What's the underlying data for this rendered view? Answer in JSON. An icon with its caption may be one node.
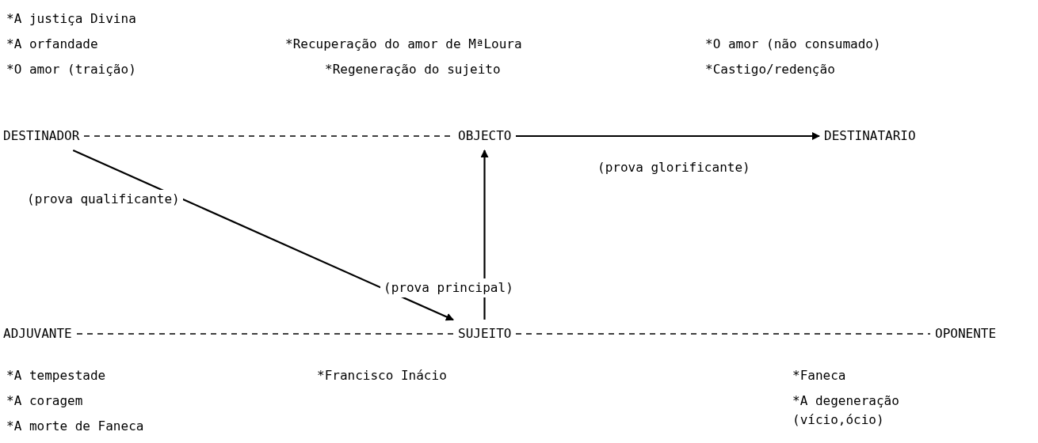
{
  "diagram": {
    "nodes": [
      {
        "text": [
          "DESTINADOR"
        ]
      },
      {
        "text": [
          "OBJECTO"
        ]
      },
      {
        "text": [
          "DESTINATARIO"
        ]
      },
      {
        "text": [
          "ADJUVANTE"
        ]
      },
      {
        "text": [
          "SUJEITO"
        ]
      },
      {
        "text": [
          "OPONENTE"
        ]
      }
    ],
    "edges": [
      {
        "from": 0,
        "to": 1,
        "arrow": "none",
        "style": "dashed"
      },
      {
        "from": 1,
        "to": 2,
        "arrow": "to",
        "label": "(prova glorificante)"
      },
      {
        "from": 0,
        "to": 4,
        "arrow": "to",
        "label": "(prova qualificante)"
      },
      {
        "from": 4,
        "to": 1,
        "arrow": "to",
        "label": "(prova principal)"
      },
      {
        "from": 3,
        "to": 4,
        "arrow": "none",
        "style": "dashed"
      },
      {
        "from": 4,
        "to": 5,
        "arrow": "none",
        "style": "dashed"
      }
    ],
    "labels": [
      "*A justiça Divina",
      "*A orfandade",
      "*Recuperação do amor de MªLoura",
      "*O amor (não consumado)",
      "*O amor (traição)",
      "*Regeneração do sujeito",
      "*Castigo/redenção",
      "*A tempestade",
      "*Francisco Inácio",
      "*Faneca",
      "*A coragem",
      "*A degeneração (vício,ócio)",
      "*A morte de Faneca"
    ]
  }
}
